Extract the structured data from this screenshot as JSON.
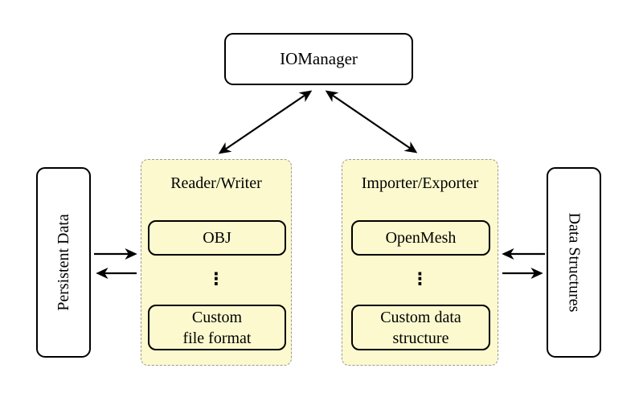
{
  "diagram": {
    "colors": {
      "background": "#ffffff",
      "group_fill": "#fcf9ce",
      "group_border": "#9a9a9a",
      "box_fill": "#ffffff",
      "line_color": "#000000"
    },
    "iomanager": {
      "label": "IOManager"
    },
    "persistent_data": {
      "label": "Persistent Data"
    },
    "data_structures": {
      "label": "Data Structures"
    },
    "reader_writer": {
      "title": "Reader/Writer",
      "items": [
        {
          "lines": [
            "OBJ",
            ""
          ]
        },
        {
          "lines": [
            "Custom",
            "file format"
          ]
        }
      ],
      "ellipsis": "⋮"
    },
    "importer_exporter": {
      "title": "Importer/Exporter",
      "items": [
        {
          "lines": [
            "OpenMesh",
            ""
          ]
        },
        {
          "lines": [
            "Custom data",
            "structure"
          ]
        }
      ],
      "ellipsis": "⋮"
    },
    "arrows": [
      {
        "name": "iomanager-reader-writer",
        "type": "double-headed"
      },
      {
        "name": "iomanager-importer-exporter",
        "type": "double-headed"
      },
      {
        "name": "persistent-to-reader",
        "type": "right"
      },
      {
        "name": "reader-to-persistent",
        "type": "left"
      },
      {
        "name": "structures-to-importer",
        "type": "left"
      },
      {
        "name": "importer-to-structures",
        "type": "right"
      }
    ]
  }
}
